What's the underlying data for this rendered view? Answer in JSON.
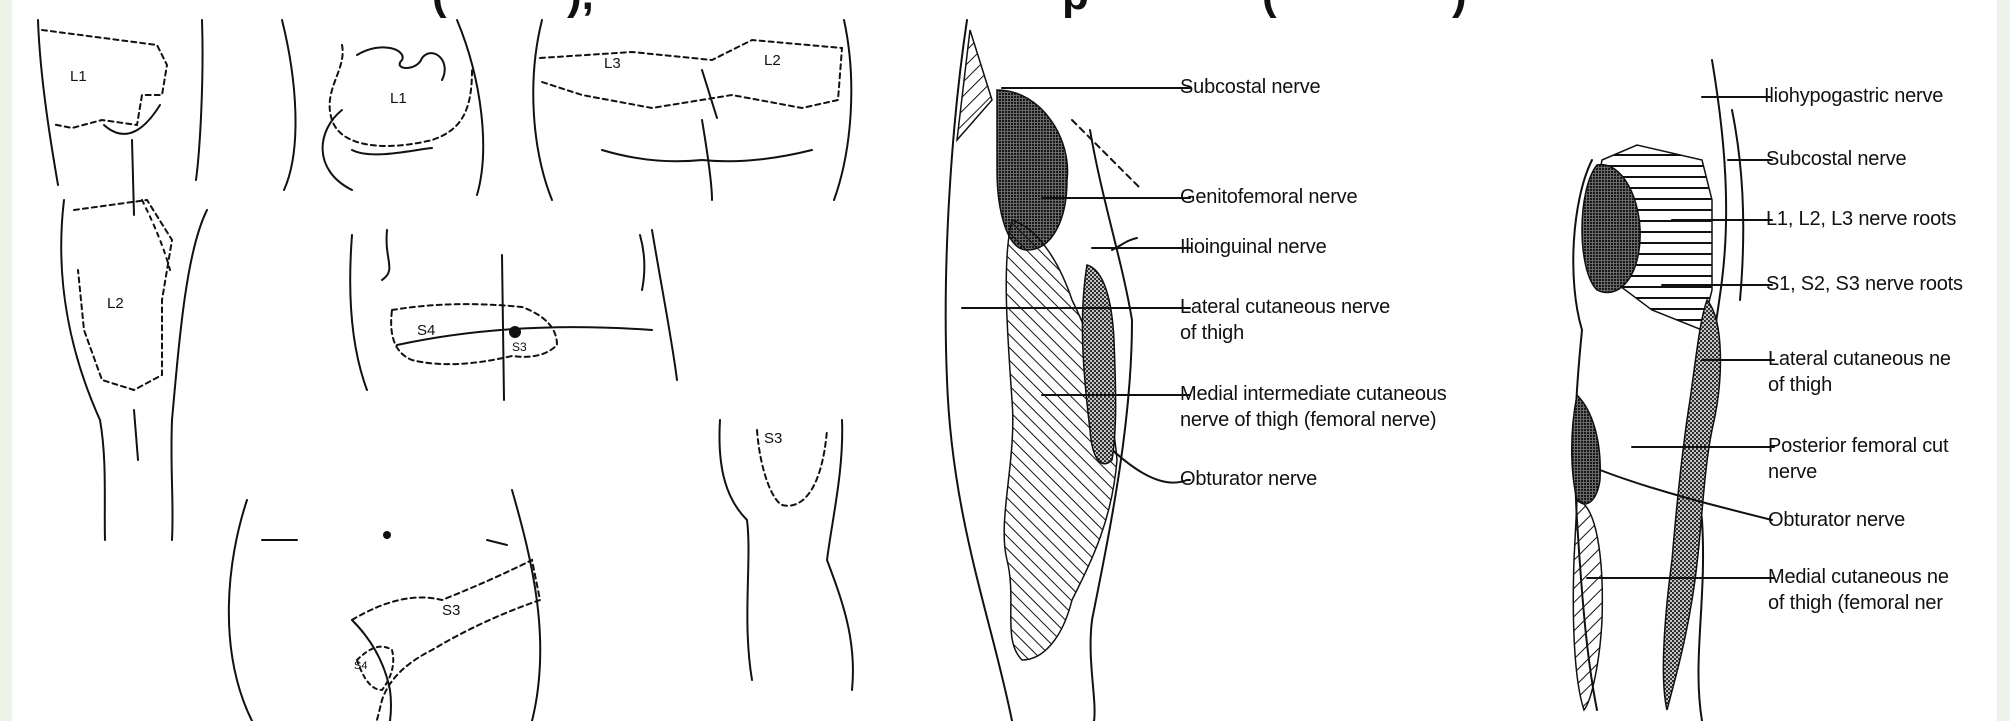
{
  "figure": {
    "title_fragment_left": "(",
    "title_fragment_mid": "),",
    "title_fragment_right": "p",
    "title_fragment_far": "(",
    "title_fragment_end": ")"
  },
  "dermatomes": {
    "labels": [
      "L1",
      "L1",
      "L3",
      "L2",
      "L2",
      "S4",
      "S3",
      "S3",
      "S3",
      "S4"
    ]
  },
  "anterior_nerve_labels": [
    "Subcostal nerve",
    "Genitofemoral nerve",
    "Ilioinguinal nerve",
    "Lateral cutaneous nerve",
    "of thigh",
    "Medial intermediate cutaneous",
    "nerve of thigh (femoral nerve)",
    "Obturator nerve"
  ],
  "posterior_nerve_labels": [
    "Iliohypogastric nerve",
    "Subcostal nerve",
    "L1, L2, L3 nerve roots",
    "S1, S2, S3 nerve roots",
    "Lateral cutaneous ne",
    "of thigh",
    "Posterior femoral cut",
    "nerve",
    "Obturator nerve",
    "Medial cutaneous ne",
    "of thigh (femoral ner"
  ]
}
